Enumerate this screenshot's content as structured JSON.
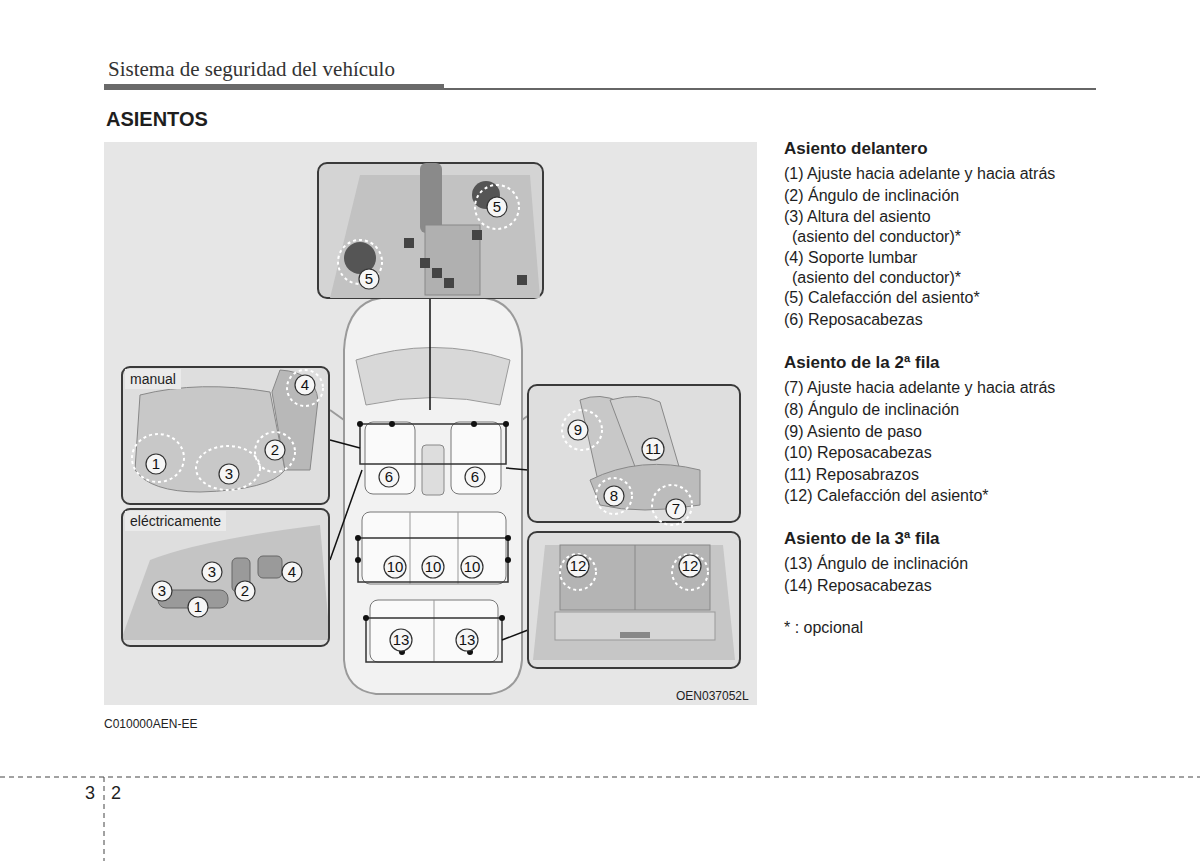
{
  "diagram": {
    "title": "ASIENTOS",
    "nodes": [
      {
        "text": [
          "manual"
        ]
      },
      {
        "text": [
          "eléctricamente"
        ]
      }
    ],
    "labels": [
      "Sistema de seguridad del vehículo",
      "5",
      "5",
      "4",
      "2",
      "1",
      "3",
      "9",
      "11",
      "6",
      "6",
      "8",
      "7",
      "3",
      "4",
      "3",
      "2",
      "1",
      "12",
      "12",
      "10",
      "10",
      "10",
      "13",
      "13",
      "OEN037052L",
      "C010000AEN-EE",
      "3",
      "2",
      "Asiento delantero",
      "(1) Ajuste hacia adelante y hacia atrás",
      "(2) Ángulo de inclinación",
      "(3) Altura del asiento (asiento del conductor)*",
      "(4) Soporte lumbar (asiento del conductor)*",
      "(5) Calefacción del asiento*",
      "(6) Reposacabezas",
      "Asiento de la 2ª fila",
      "(7) Ajuste hacia adelante y hacia atrás",
      "(8) Ángulo de inclinación",
      "(9) Asiento de paso",
      "(10) Reposacabezas",
      "(11) Reposabrazos",
      "(12) Calefacción del asiento*",
      "Asiento de la 3ª fila",
      "(13) Ángulo de inclinación",
      "(14) Reposacabezas",
      "* : opcional"
    ]
  }
}
